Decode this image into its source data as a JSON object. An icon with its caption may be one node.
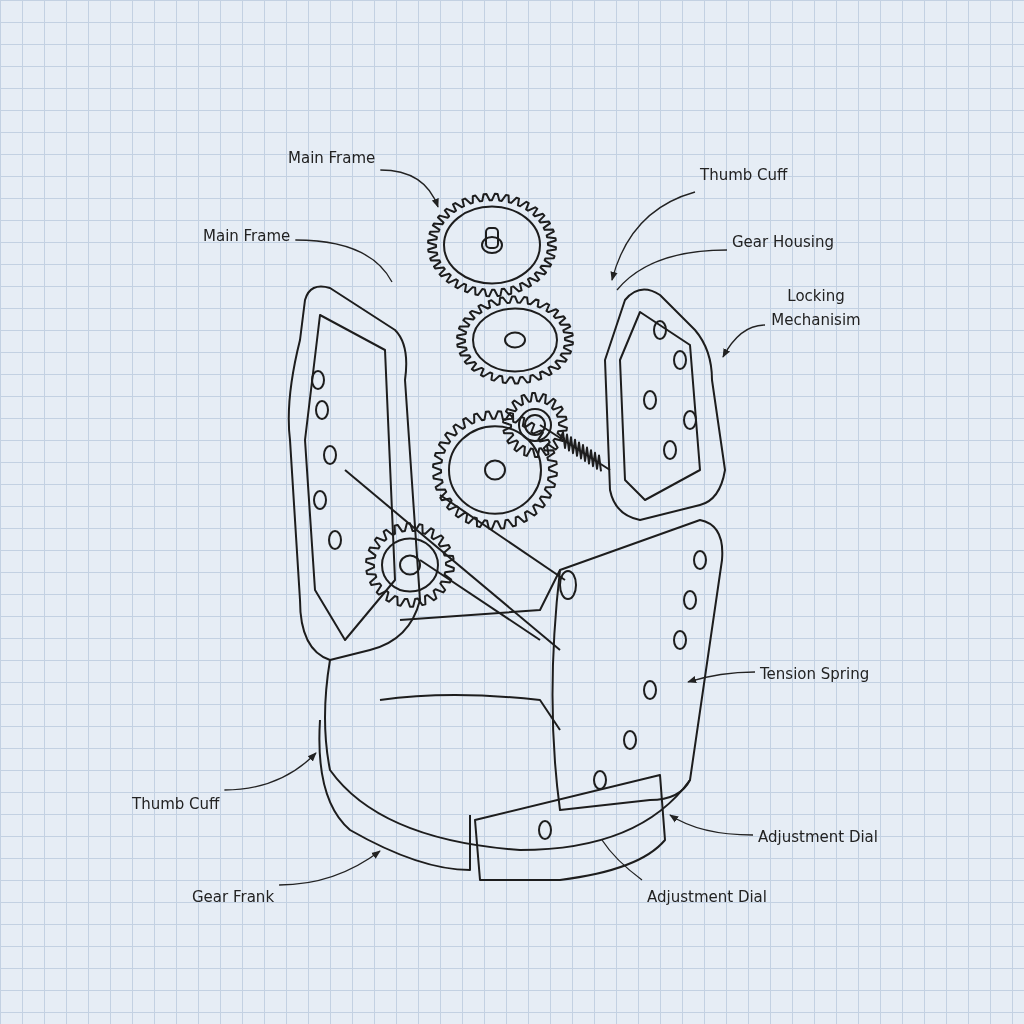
{
  "diagram": {
    "nodes": [
      {
        "text": [
          "Main Frame"
        ]
      },
      {
        "text": [
          "Main Frame"
        ]
      },
      {
        "text": [
          "Thumb Cuff"
        ]
      },
      {
        "text": [
          "Gear Housing"
        ]
      },
      {
        "text": [
          "Locking Mechanisim"
        ]
      },
      {
        "text": [
          "Tension Spring"
        ]
      },
      {
        "text": [
          "Thumb Cuff"
        ]
      },
      {
        "text": [
          "Adjustment Dial"
        ]
      },
      {
        "text": [
          "Gear Frank"
        ]
      },
      {
        "text": [
          "Adjustment Dial"
        ]
      }
    ],
    "edges": [
      {
        "from": 0,
        "to": null,
        "arrow": "to"
      },
      {
        "from": 1,
        "to": null,
        "arrow": "none"
      },
      {
        "from": 2,
        "to": null,
        "arrow": "to"
      },
      {
        "from": 3,
        "to": null,
        "arrow": "none"
      },
      {
        "from": 4,
        "to": null,
        "arrow": "to"
      },
      {
        "from": 5,
        "to": null,
        "arrow": "to"
      },
      {
        "from": 6,
        "to": null,
        "arrow": "to"
      },
      {
        "from": 7,
        "to": null,
        "arrow": "to"
      },
      {
        "from": 8,
        "to": null,
        "arrow": "to"
      },
      {
        "from": 9,
        "to": null,
        "arrow": "none"
      }
    ]
  }
}
